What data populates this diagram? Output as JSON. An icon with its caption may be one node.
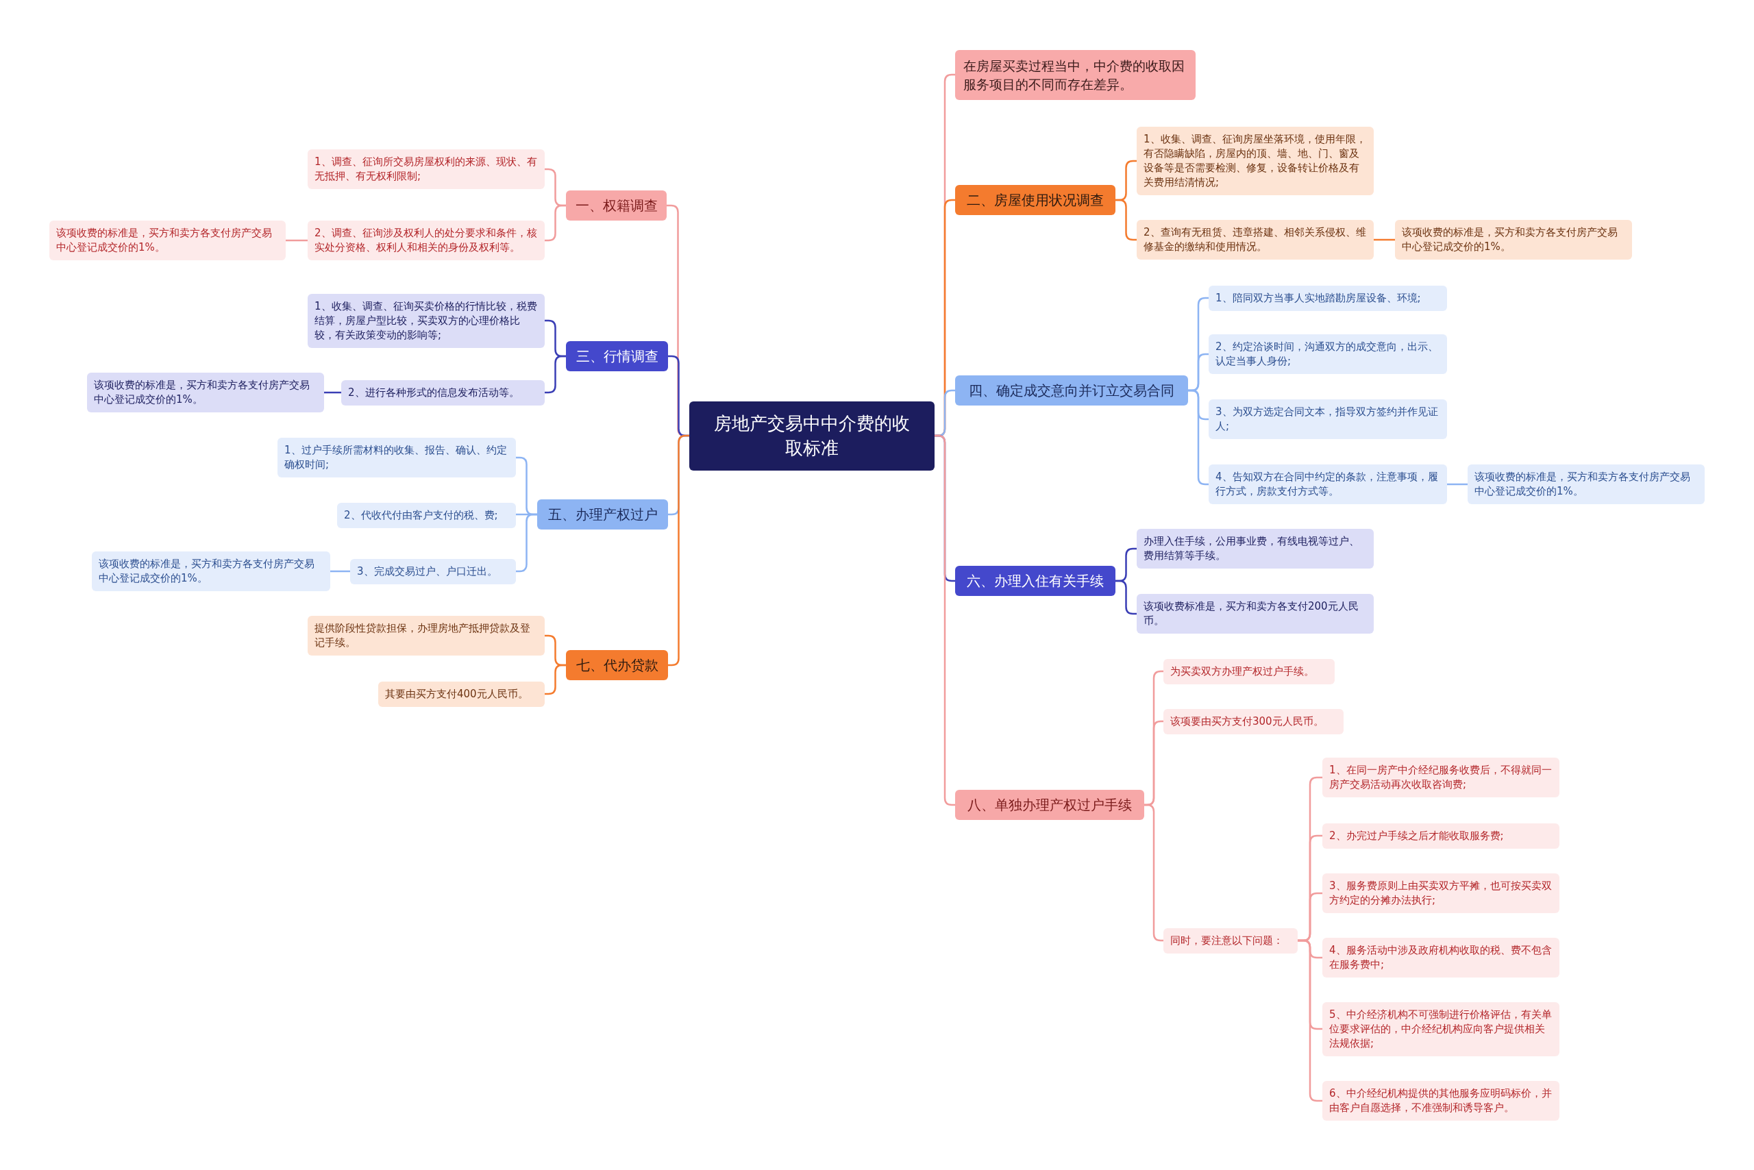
{
  "diagram": {
    "nodes": [
      {
        "text": [
          "房地产交易中中介费的收取标准"
        ]
      },
      {
        "text": [
          "一、权籍调查"
        ]
      },
      {
        "text": [
          "1、调查、征询所交易房屋权利的来源、现状、有无抵押、有无权利限制;"
        ]
      },
      {
        "text": [
          "2、调查、征询涉及权利人的处分要求和条件，核实处分资格、权利人和相关的身份及权利等。"
        ]
      },
      {
        "text": [
          "该项收费的标准是，买方和卖方各支付房产交易中心登记成交价的1%。"
        ]
      },
      {
        "text": [
          "三、行情调查"
        ]
      },
      {
        "text": [
          "1、收集、调查、征询买卖价格的行情比较，税费结算，房屋户型比较，买卖双方的心理价格比较，有关政策变动的影响等;"
        ]
      },
      {
        "text": [
          "2、进行各种形式的信息发布活动等。"
        ]
      },
      {
        "text": [
          "该项收费的标准是，买方和卖方各支付房产交易中心登记成交价的1%。"
        ]
      },
      {
        "text": [
          "五、办理产权过户"
        ]
      },
      {
        "text": [
          "1、过户手续所需材料的收集、报告、确认、约定确权时间;"
        ]
      },
      {
        "text": [
          "2、代收代付由客户支付的税、费;"
        ]
      },
      {
        "text": [
          "3、完成交易过户、户口迁出。"
        ]
      },
      {
        "text": [
          "该项收费的标准是，买方和卖方各支付房产交易中心登记成交价的1%。"
        ]
      },
      {
        "text": [
          "七、代办贷款"
        ]
      },
      {
        "text": [
          "提供阶段性贷款担保，办理房地产抵押贷款及登记手续。"
        ]
      },
      {
        "text": [
          "其要由买方支付400元人民币。"
        ]
      },
      {
        "text": [
          "在房屋买卖过程当中，中介费的收取因服务项目的不同而存在差异。"
        ]
      },
      {
        "text": [
          "二、房屋使用状况调查"
        ]
      },
      {
        "text": [
          "1、收集、调查、征询房屋坐落环境，使用年限，有否隐瞒缺陷，房屋内的顶、墙、地、门、窗及设备等是否需要检测、修复，设备转让价格及有关费用结清情况;"
        ]
      },
      {
        "text": [
          "2、查询有无租赁、违章搭建、相邻关系侵权、维修基金的缴纳和使用情况。"
        ]
      },
      {
        "text": [
          "该项收费的标准是，买方和卖方各支付房产交易中心登记成交价的1%。"
        ]
      },
      {
        "text": [
          "四、确定成交意向并订立交易合同"
        ]
      },
      {
        "text": [
          "1、陪同双方当事人实地踏勘房屋设备、环境;"
        ]
      },
      {
        "text": [
          "2、约定洽谈时间，沟通双方的成交意向，出示、认定当事人身份;"
        ]
      },
      {
        "text": [
          "3、为双方选定合同文本，指导双方签约并作见证人;"
        ]
      },
      {
        "text": [
          "4、告知双方在合同中约定的条款，注意事项，履行方式，房款支付方式等。"
        ]
      },
      {
        "text": [
          "该项收费的标准是，买方和卖方各支付房产交易中心登记成交价的1%。"
        ]
      },
      {
        "text": [
          "六、办理入住有关手续"
        ]
      },
      {
        "text": [
          "办理入住手续，公用事业费，有线电视等过户、费用结算等手续。"
        ]
      },
      {
        "text": [
          "该项收费标准是，买方和卖方各支付200元人民币。"
        ]
      },
      {
        "text": [
          "八、单独办理产权过户手续"
        ]
      },
      {
        "text": [
          "为买卖双方办理产权过户手续。"
        ]
      },
      {
        "text": [
          "该项要由买方支付300元人民币。"
        ]
      },
      {
        "text": [
          "同时，要注意以下问题："
        ]
      },
      {
        "text": [
          "1、在同一房产中介经纪服务收费后，不得就同一房产交易活动再次收取咨询费;"
        ]
      },
      {
        "text": [
          "2、办完过户手续之后才能收取服务费;"
        ]
      },
      {
        "text": [
          "3、服务费原则上由买卖双方平摊，也可按买卖双方约定的分摊办法执行;"
        ]
      },
      {
        "text": [
          "4、服务活动中涉及政府机构收取的税、费不包含在服务费中;"
        ]
      },
      {
        "text": [
          "5、中介经济机构不可强制进行价格评估，有关单位要求评估的，中介经纪机构应向客户提供相关法规依据;"
        ]
      },
      {
        "text": [
          "6、中介经纪机构提供的其他服务应明码标价，并由客户自愿选择，不准强制和诱导客户。"
        ]
      }
    ],
    "edges": [
      {
        "from": 0,
        "to": 1,
        "arrow": "none",
        "color": "#f19c9c"
      },
      {
        "from": 1,
        "to": 2,
        "arrow": "none",
        "color": "#f19c9c"
      },
      {
        "from": 1,
        "to": 3,
        "arrow": "none",
        "color": "#f19c9c"
      },
      {
        "from": 3,
        "to": 4,
        "arrow": "none",
        "color": "#f19c9c"
      },
      {
        "from": 0,
        "to": 5,
        "arrow": "none",
        "color": "#3a3eb5"
      },
      {
        "from": 5,
        "to": 6,
        "arrow": "none",
        "color": "#3a3eb5"
      },
      {
        "from": 5,
        "to": 7,
        "arrow": "none",
        "color": "#3a3eb5"
      },
      {
        "from": 7,
        "to": 8,
        "arrow": "none",
        "color": "#3a3eb5"
      },
      {
        "from": 0,
        "to": 9,
        "arrow": "none",
        "color": "#8db4f3"
      },
      {
        "from": 9,
        "to": 10,
        "arrow": "none",
        "color": "#8db4f3"
      },
      {
        "from": 9,
        "to": 11,
        "arrow": "none",
        "color": "#8db4f3"
      },
      {
        "from": 9,
        "to": 12,
        "arrow": "none",
        "color": "#8db4f3"
      },
      {
        "from": 12,
        "to": 13,
        "arrow": "none",
        "color": "#8db4f3"
      },
      {
        "from": 0,
        "to": 14,
        "arrow": "none",
        "color": "#f47b2e"
      },
      {
        "from": 14,
        "to": 15,
        "arrow": "none",
        "color": "#f47b2e"
      },
      {
        "from": 14,
        "to": 16,
        "arrow": "none",
        "color": "#f47b2e"
      },
      {
        "from": 0,
        "to": 17,
        "arrow": "none",
        "color": "#f19c9c"
      },
      {
        "from": 0,
        "to": 18,
        "arrow": "none",
        "color": "#f47b2e"
      },
      {
        "from": 18,
        "to": 19,
        "arrow": "none",
        "color": "#f47b2e"
      },
      {
        "from": 18,
        "to": 20,
        "arrow": "none",
        "color": "#f47b2e"
      },
      {
        "from": 20,
        "to": 21,
        "arrow": "none",
        "color": "#f47b2e"
      },
      {
        "from": 0,
        "to": 22,
        "arrow": "none",
        "color": "#8db4f3"
      },
      {
        "from": 22,
        "to": 23,
        "arrow": "none",
        "color": "#8db4f3"
      },
      {
        "from": 22,
        "to": 24,
        "arrow": "none",
        "color": "#8db4f3"
      },
      {
        "from": 22,
        "to": 25,
        "arrow": "none",
        "color": "#8db4f3"
      },
      {
        "from": 22,
        "to": 26,
        "arrow": "none",
        "color": "#8db4f3"
      },
      {
        "from": 26,
        "to": 27,
        "arrow": "none",
        "color": "#8db4f3"
      },
      {
        "from": 0,
        "to": 28,
        "arrow": "none",
        "color": "#3a3eb5"
      },
      {
        "from": 28,
        "to": 29,
        "arrow": "none",
        "color": "#3a3eb5"
      },
      {
        "from": 28,
        "to": 30,
        "arrow": "none",
        "color": "#3a3eb5"
      },
      {
        "from": 0,
        "to": 31,
        "arrow": "none",
        "color": "#f19c9c"
      },
      {
        "from": 31,
        "to": 32,
        "arrow": "none",
        "color": "#f19c9c"
      },
      {
        "from": 31,
        "to": 33,
        "arrow": "none",
        "color": "#f19c9c"
      },
      {
        "from": 31,
        "to": 34,
        "arrow": "none",
        "color": "#f19c9c"
      },
      {
        "from": 34,
        "to": 35,
        "arrow": "none",
        "color": "#f19c9c"
      },
      {
        "from": 34,
        "to": 36,
        "arrow": "none",
        "color": "#f19c9c"
      },
      {
        "from": 34,
        "to": 37,
        "arrow": "none",
        "color": "#f19c9c"
      },
      {
        "from": 34,
        "to": 38,
        "arrow": "none",
        "color": "#f19c9c"
      },
      {
        "from": 34,
        "to": 39,
        "arrow": "none",
        "color": "#f19c9c"
      },
      {
        "from": 34,
        "to": 40,
        "arrow": "none",
        "color": "#f19c9c"
      }
    ]
  }
}
